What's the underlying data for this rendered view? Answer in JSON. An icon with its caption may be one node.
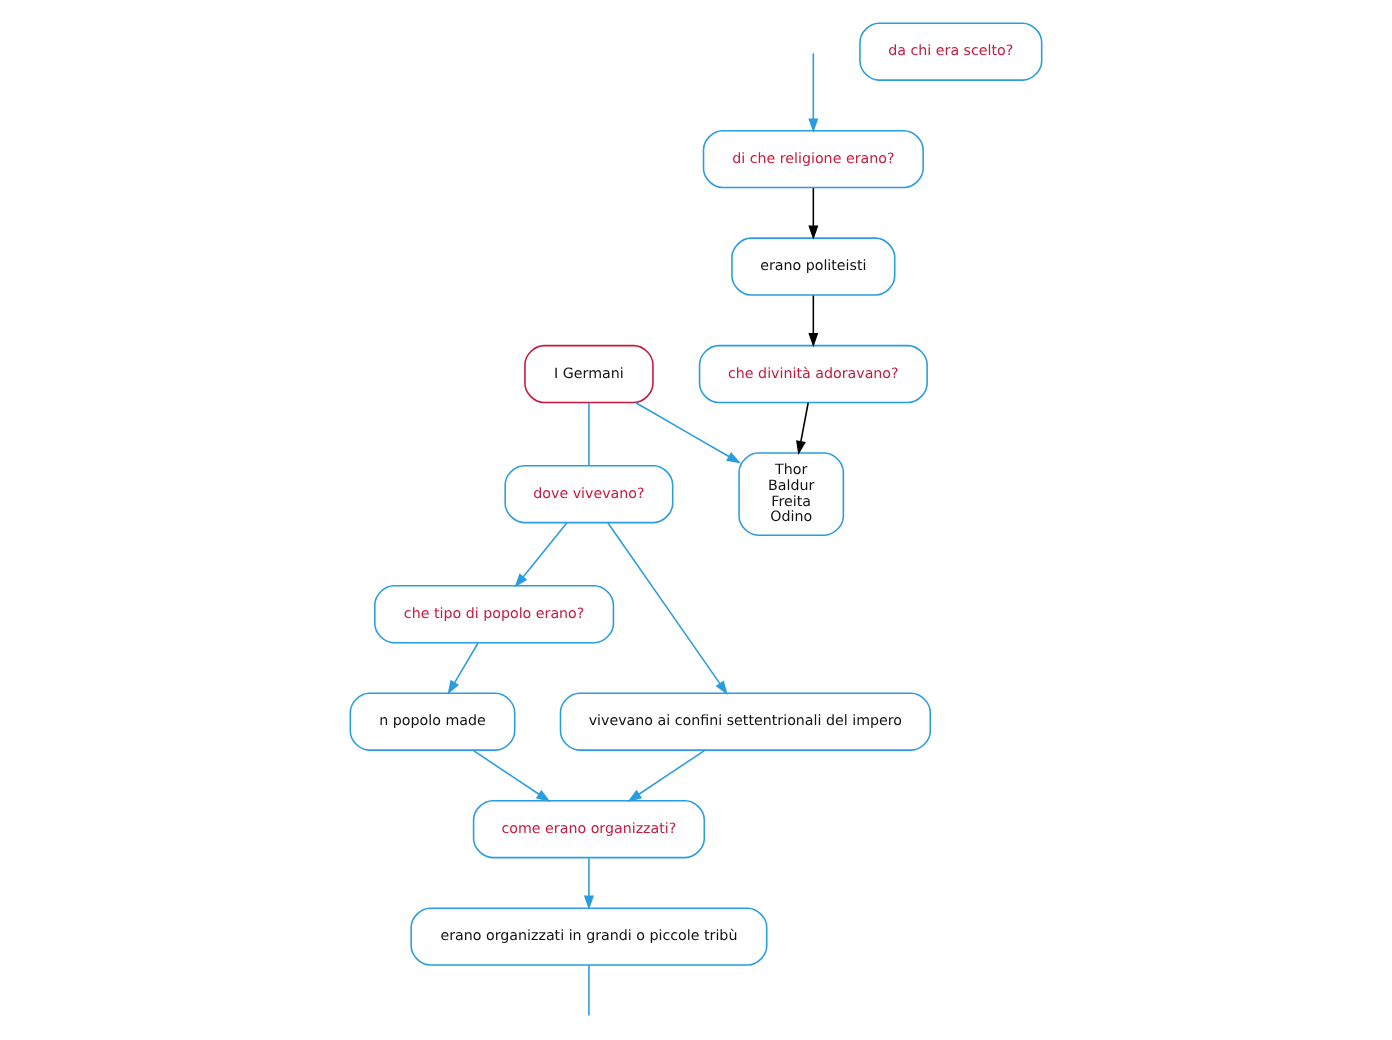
{
  "diagram": {
    "nodes": [
      {
        "text": [
          "I Germani"
        ]
      },
      {
        "text": [
          "dove vivevano?"
        ]
      },
      {
        "text": [
          "Thor",
          "Baldur",
          "Freita",
          "Odino"
        ]
      },
      {
        "text": [
          "che tipo di popolo erano?"
        ]
      },
      {
        "text": [
          "vivevano ai confini settentrionali del impero"
        ]
      },
      {
        "text": [
          "n popolo made"
        ]
      },
      {
        "text": [
          "come erano organizzati?"
        ]
      },
      {
        "text": [
          "che divinità adoravano?"
        ]
      },
      {
        "text": [
          "erano politeisti"
        ]
      },
      {
        "text": [
          "erano organizzati in grandi o piccole tribù"
        ]
      },
      {
        "text": [
          "di che religione erano?"
        ]
      },
      {
        "text": [
          "da chi era scelto?"
        ]
      }
    ],
    "edges": [
      {
        "from": 0,
        "to": 1,
        "arrow": "none"
      },
      {
        "from": 0,
        "to": 2,
        "arrow": "to"
      },
      {
        "from": 1,
        "to": 3,
        "arrow": "to"
      },
      {
        "from": 1,
        "to": 4,
        "arrow": "to"
      },
      {
        "from": 3,
        "to": 5,
        "arrow": "to"
      },
      {
        "from": 5,
        "to": 6,
        "arrow": "to"
      },
      {
        "from": 4,
        "to": 6,
        "arrow": "to"
      },
      {
        "from": 6,
        "to": 9,
        "arrow": "to"
      },
      {
        "from": 9,
        "to": null,
        "arrow": "none"
      },
      {
        "from": 7,
        "to": 2,
        "arrow": "to",
        "color": "#000000"
      },
      {
        "from": 8,
        "to": 7,
        "arrow": "to",
        "color": "#000000"
      },
      {
        "from": 10,
        "to": 8,
        "arrow": "to",
        "color": "#000000"
      },
      {
        "from": null,
        "to": 10,
        "arrow": "to"
      }
    ]
  }
}
